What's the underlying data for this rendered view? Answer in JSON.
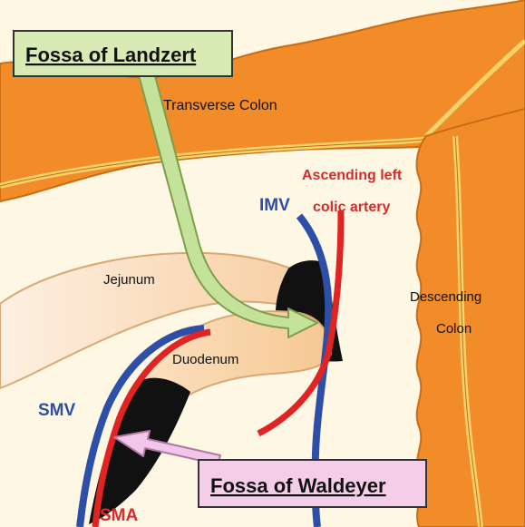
{
  "callouts": {
    "landzert": "Fossa of Landzert",
    "waldeyer": "Fossa of Waldeyer"
  },
  "labels": {
    "transverse_colon": "Transverse Colon",
    "ascending_left_line1": "Ascending left",
    "ascending_left_line2": "colic artery",
    "imv": "IMV",
    "jejunum": "Jejunum",
    "descending_line1": "Descending",
    "descending_line2": "Colon",
    "duodenum": "Duodenum",
    "smv": "SMV",
    "sma": "SMA"
  },
  "colors": {
    "background": "#fdf7e4",
    "colon": "#f28c28",
    "colon_stripe": "#f4d36a",
    "bowel": "#fbd9b4",
    "fossa": "#111111",
    "vein": "#2e4fa8",
    "artery": "#e02424",
    "landzert_box": "#d8ebb5",
    "waldeyer_box": "#f4cde8",
    "arrow_green": "#c4e29a",
    "arrow_pink": "#f2c6ea",
    "label_blue": "#2f4fa2",
    "label_red": "#d92b2b"
  }
}
